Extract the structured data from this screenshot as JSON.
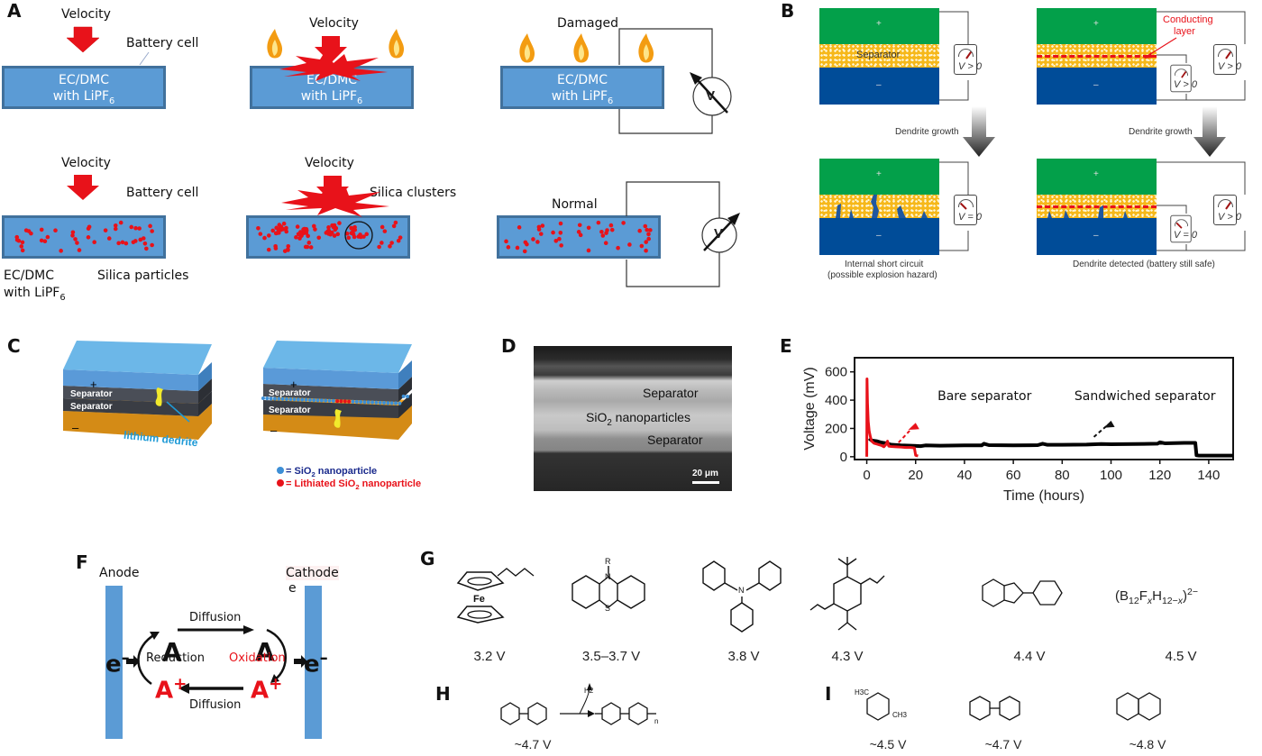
{
  "panels": {
    "A": {
      "label": "A",
      "velocity": "Velocity",
      "battery_cell": "Battery cell",
      "electrolyte_line1": "EC/DMC",
      "electrolyte_line2": "with LiPF",
      "electrolyte_sub": "6",
      "damaged": "Damaged",
      "normal": "Normal",
      "silica_clusters": "Silica clusters",
      "silica_particles": "Silica particles",
      "voltmeter": "V"
    },
    "B": {
      "label": "B",
      "plus": "+",
      "minus": "–",
      "separator": "Separator",
      "conducting_layer_l1": "Conducting",
      "conducting_layer_l2": "layer",
      "dendrite_growth": "Dendrite growth",
      "v_gt0": "V > 0",
      "v_eq0": "V = 0",
      "caption_left_l1": "Internal short circuit",
      "caption_left_l2": "(possible explosion hazard)",
      "caption_right": "Dendrite detected (battery still safe)"
    },
    "C": {
      "label": "C",
      "plus": "+",
      "minus": "–",
      "separator": "Separator",
      "lithium_dendrite": "lithium dedrite",
      "legend_sio2": "= SiO",
      "legend_sio2_tail": " nanoparticle",
      "legend_lith": "= Lithiated SiO",
      "legend_lith_tail": " nanoparticle",
      "sub2": "2"
    },
    "D": {
      "label": "D",
      "separator_top": "Separator",
      "sio2": "SiO",
      "sio2_sub": "2",
      "sio2_tail": "  nanoparticles",
      "separator_bottom": "Separator",
      "scale": "20 μm"
    },
    "E": {
      "label": "E",
      "annotation_bare": "Bare separator",
      "annotation_sandwich": "Sandwiched separator"
    },
    "F": {
      "label": "F",
      "anode": "Anode",
      "cathode": "Cathode",
      "cathode_e": "e",
      "diffusion_top": "Diffusion",
      "diffusion_bottom": "Diffusion",
      "reduction": "Reduction",
      "oxidation": "Oxidation",
      "A": "A",
      "Aplus": "A",
      "plus": "+",
      "e_left": "e",
      "e_right": "e",
      "minus": "–"
    },
    "G": {
      "label": "G",
      "voltages": [
        "3.2 V",
        "3.5–3.7 V",
        "3.8 V",
        "4.3 V",
        "4.4 V",
        "4.5 V"
      ],
      "fe": "Fe",
      "R": "R",
      "N": "N",
      "S": "S",
      "borate_formula": "(B12FxH12−x)2−"
    },
    "H": {
      "label": "H",
      "h2": "H2",
      "n": "n",
      "voltage": "~4.7 V"
    },
    "I": {
      "label": "I",
      "voltages": [
        "~4.5 V",
        "~4.7 V",
        "~4.8 V"
      ],
      "h3c": "H3C",
      "ch3": "CH3"
    }
  },
  "chart_data": {
    "type": "line",
    "title": "",
    "xlabel": "Time (hours)",
    "ylabel": "Voltage (mV)",
    "xlim": [
      -5,
      150
    ],
    "ylim": [
      -20,
      700
    ],
    "xticks": [
      0,
      20,
      40,
      60,
      80,
      100,
      120,
      140
    ],
    "yticks": [
      0,
      200,
      400,
      600
    ],
    "grid": false,
    "series": [
      {
        "name": "Sandwiched separator",
        "color": "#000000",
        "x": [
          1,
          2,
          4,
          6,
          8,
          10,
          14,
          18,
          22,
          24,
          30,
          40,
          47,
          48,
          50,
          60,
          70,
          72,
          74,
          80,
          90,
          96,
          100,
          110,
          119,
          120,
          122,
          130,
          134.5,
          135,
          136,
          150
        ],
        "y": [
          130,
          115,
          110,
          100,
          95,
          85,
          80,
          78,
          75,
          80,
          78,
          80,
          80,
          92,
          82,
          80,
          82,
          92,
          84,
          84,
          86,
          90,
          88,
          90,
          92,
          102,
          95,
          98,
          98,
          10,
          8,
          8
        ]
      },
      {
        "name": "Bare separator",
        "color": "#e8121a",
        "x": [
          0,
          0.1,
          0.3,
          0.6,
          1,
          1.5,
          2,
          3,
          4,
          5,
          6,
          7,
          8,
          8.5,
          9,
          10,
          12,
          14,
          16,
          18,
          19.5,
          20,
          21
        ],
        "y": [
          0,
          550,
          380,
          250,
          180,
          140,
          110,
          95,
          90,
          85,
          80,
          70,
          90,
          110,
          75,
          72,
          70,
          68,
          65,
          65,
          62,
          10,
          5
        ]
      }
    ],
    "annotations": [
      "Bare separator",
      "Sandwiched separator"
    ]
  }
}
